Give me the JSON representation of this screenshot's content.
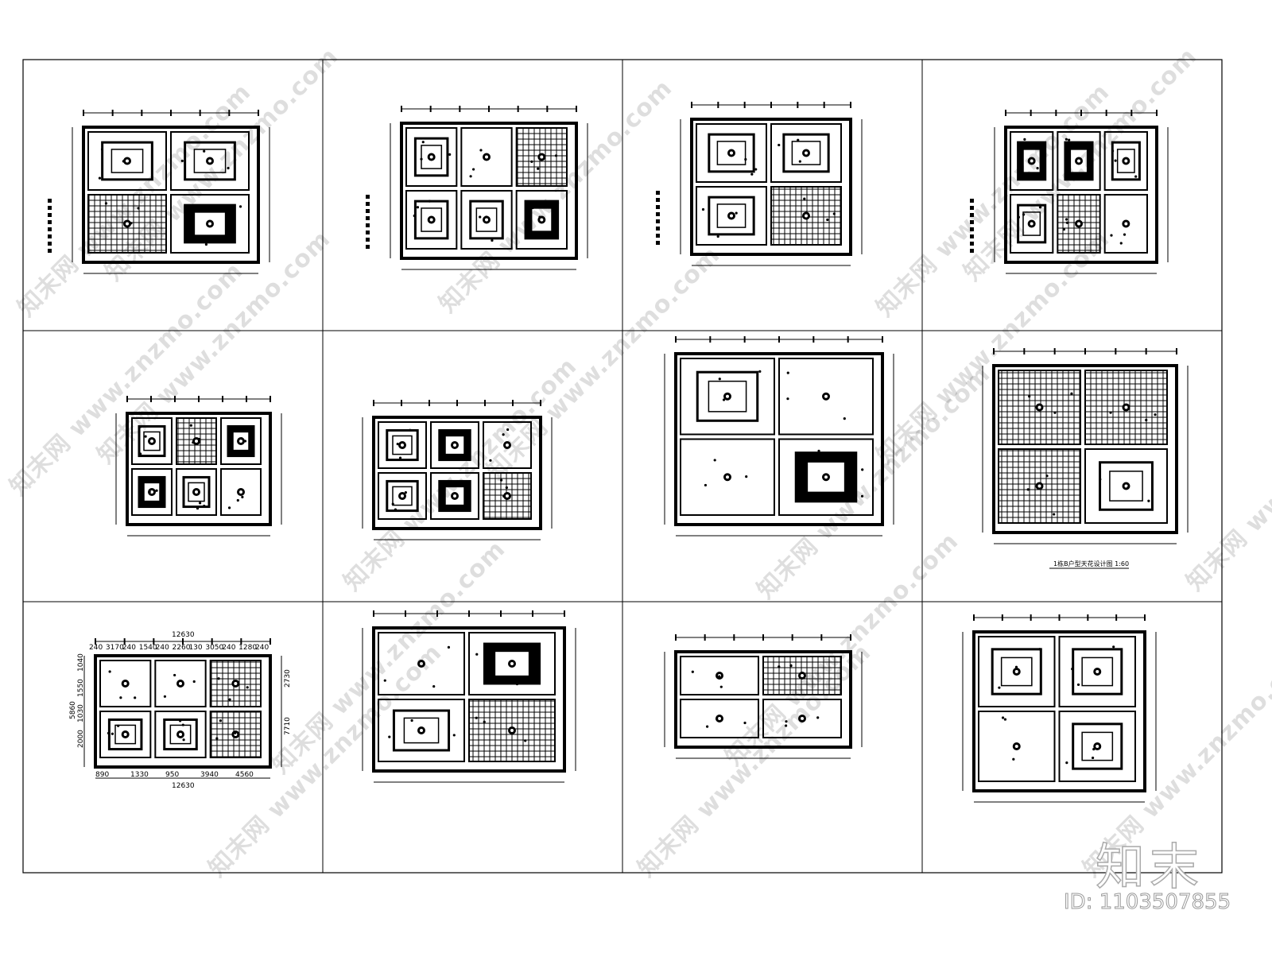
{
  "watermark": {
    "text": "知末网 www.znzmo.com",
    "logo": "知末",
    "id": "ID: 1103507855"
  },
  "sheet": {
    "columns": 4,
    "rows": 3,
    "panels": [
      {
        "name": "ceiling-plan-1"
      },
      {
        "name": "ceiling-plan-2"
      },
      {
        "name": "ceiling-plan-3"
      },
      {
        "name": "ceiling-plan-4"
      },
      {
        "name": "ceiling-plan-5"
      },
      {
        "name": "ceiling-plan-6"
      },
      {
        "name": "ceiling-plan-7"
      },
      {
        "name": "ceiling-plan-8",
        "title": "1栋B户型天花设计图 1:60"
      },
      {
        "name": "ceiling-plan-9",
        "dims_top": [
          "240",
          "3170",
          "240",
          "1540",
          "240",
          "2260",
          "130",
          "3050",
          "240",
          "1280",
          "240"
        ],
        "dim_total": "12630",
        "dims_bottom": [
          "890",
          "1330",
          "950",
          "3940",
          "4560"
        ],
        "dims_left": [
          "1040",
          "1550",
          "1030",
          "2000"
        ],
        "dim_left_total": "5860",
        "dims_right": [
          "2730",
          "7710"
        ]
      },
      {
        "name": "ceiling-plan-10"
      },
      {
        "name": "ceiling-plan-11"
      },
      {
        "name": "ceiling-plan-12"
      }
    ]
  }
}
